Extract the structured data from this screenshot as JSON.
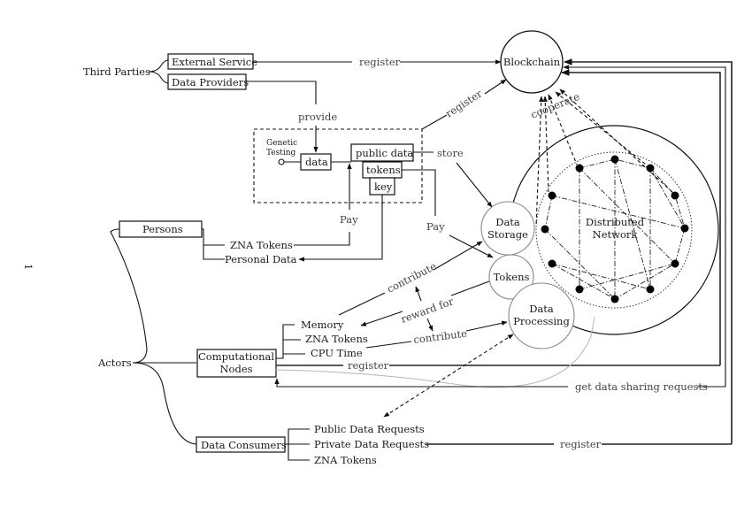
{
  "page_number": "1",
  "groups": {
    "third_parties": "Third Parties",
    "actors": "Actors"
  },
  "boxes": {
    "external_service": "External Service",
    "data_providers": "Data Providers",
    "persons": "Persons",
    "computational_nodes_line1": "Computational",
    "computational_nodes_line2": "Nodes",
    "data_consumers": "Data Consumers",
    "data": "data",
    "public_data": "public data",
    "tokens": "tokens",
    "key": "key"
  },
  "circles": {
    "blockchain": "Blockchain",
    "data_storage_line1": "Data",
    "data_storage_line2": "Storage",
    "tokens": "Tokens",
    "data_processing_line1": "Data",
    "data_processing_line2": "Processing",
    "distributed_network_line1": "Distributed",
    "distributed_network_line2": "Network"
  },
  "genetic_testing": {
    "line1": "Genetic",
    "line2": "Testing"
  },
  "items": {
    "persons_zna_tokens": "ZNA Tokens",
    "persons_personal_data": "Personal Data",
    "memory": "Memory",
    "nodes_zna_tokens": "ZNA Tokens",
    "cpu_time": "CPU Time",
    "public_data_requests": "Public Data Requests",
    "private_data_requests": "Private Data Requests",
    "consumers_zna_tokens": "ZNA Tokens"
  },
  "edge_labels": {
    "register_external": "register",
    "register_testing": "register",
    "provide": "provide",
    "store": "store",
    "pay_persons": "Pay",
    "pay_tokens": "Pay",
    "cooperate": "cooperate",
    "contribute_memory": "contribute",
    "reward_for": "reward for",
    "contribute_cpu": "contribute",
    "register_nodes": "register",
    "get_data_sharing_requests": "get data sharing requests",
    "register_consumers": "register"
  }
}
